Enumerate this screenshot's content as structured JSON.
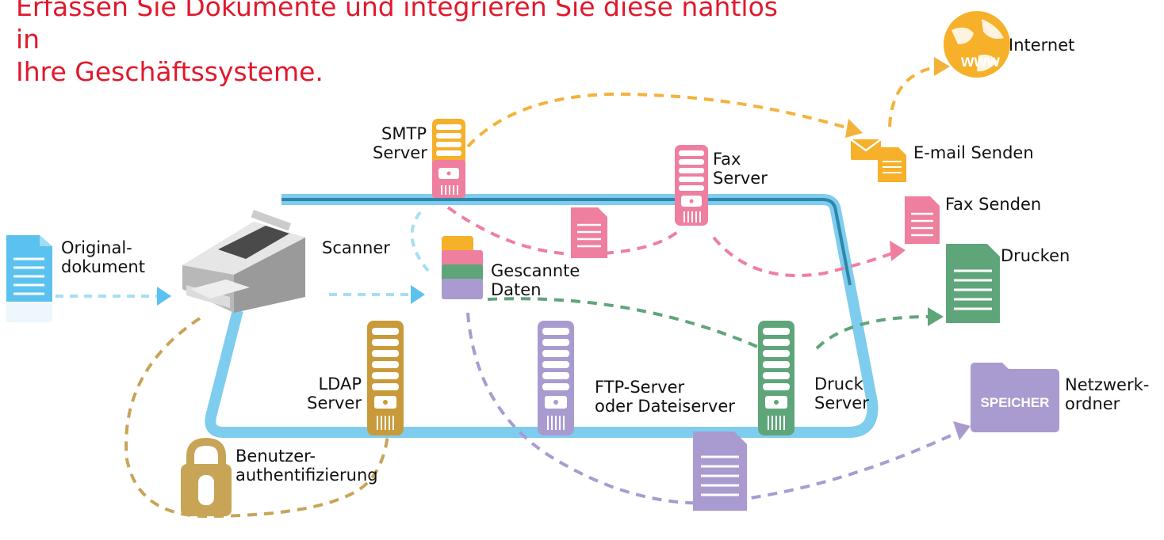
{
  "heading": "Erfassen Sie Dokumente und integrieren Sie diese nahtlos in\nIhre Geschäftssysteme.",
  "labels": {
    "original": "Original-\ndokument",
    "scanner": "Scanner",
    "scanned": "Gescannte\nDaten",
    "smtp": "SMTP\nServer",
    "fax_server": "Fax\nServer",
    "ldap": "LDAP\nServer",
    "ftp": "FTP-Server\noder Dateiserver",
    "print_server": "Druck\nServer",
    "auth": "Benutzer-\nauthentifizierung",
    "internet": "Internet",
    "email": "E-mail Senden",
    "fax_send": "Fax Senden",
    "print": "Drucken",
    "folder": "Netzwerk-\nordner",
    "speicher": "SPEICHER",
    "www": "www"
  },
  "colors": {
    "heading": "#e0192d",
    "network": "#7fcdee",
    "network_outline": "#2f86aa",
    "doc_blue": "#5bc2f0",
    "smtp_orange": "#f6b02a",
    "fax_pink": "#ee7f9f",
    "print_green": "#5fa57a",
    "ldap_gold": "#c99a3a",
    "ftp_purple": "#a99bd0",
    "auth_gold": "#c8a457"
  },
  "icons": [
    "document-icon",
    "scanner-icon",
    "server-icon",
    "globe-icon",
    "envelope-icon",
    "lock-icon",
    "folder-icon"
  ]
}
